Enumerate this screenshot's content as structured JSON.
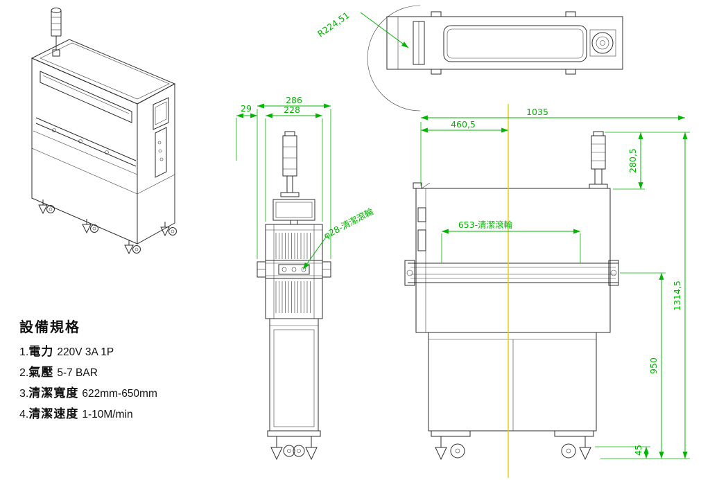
{
  "colors": {
    "dimension_green": "#00b400",
    "centerline_yellow": "#e8cf00",
    "drawing_line": "#2b2b2b",
    "background": "#ffffff"
  },
  "specs": {
    "title": "設備規格",
    "items": [
      {
        "num": "1.",
        "label": "電力",
        "value": "220V 3A 1P"
      },
      {
        "num": "2.",
        "label": "氣壓",
        "value": "5-7 BAR"
      },
      {
        "num": "3.",
        "label": "清潔寬度",
        "value": "622mm-650mm"
      },
      {
        "num": "4.",
        "label": "清潔速度",
        "value": "1-10M/min"
      }
    ]
  },
  "dims": {
    "door_radius": "R224,51",
    "front_outer_width": "286",
    "front_inner_width": "228",
    "front_offset": "29",
    "front_roller": "φ28-清潔滾輪",
    "side_total_length": "1035",
    "side_center_offset": "460,5",
    "tower_height": "280,5",
    "roller_span": "653-清潔滾輪",
    "conveyor_height": "950",
    "total_height": "1314,5",
    "foot_height": "45"
  }
}
